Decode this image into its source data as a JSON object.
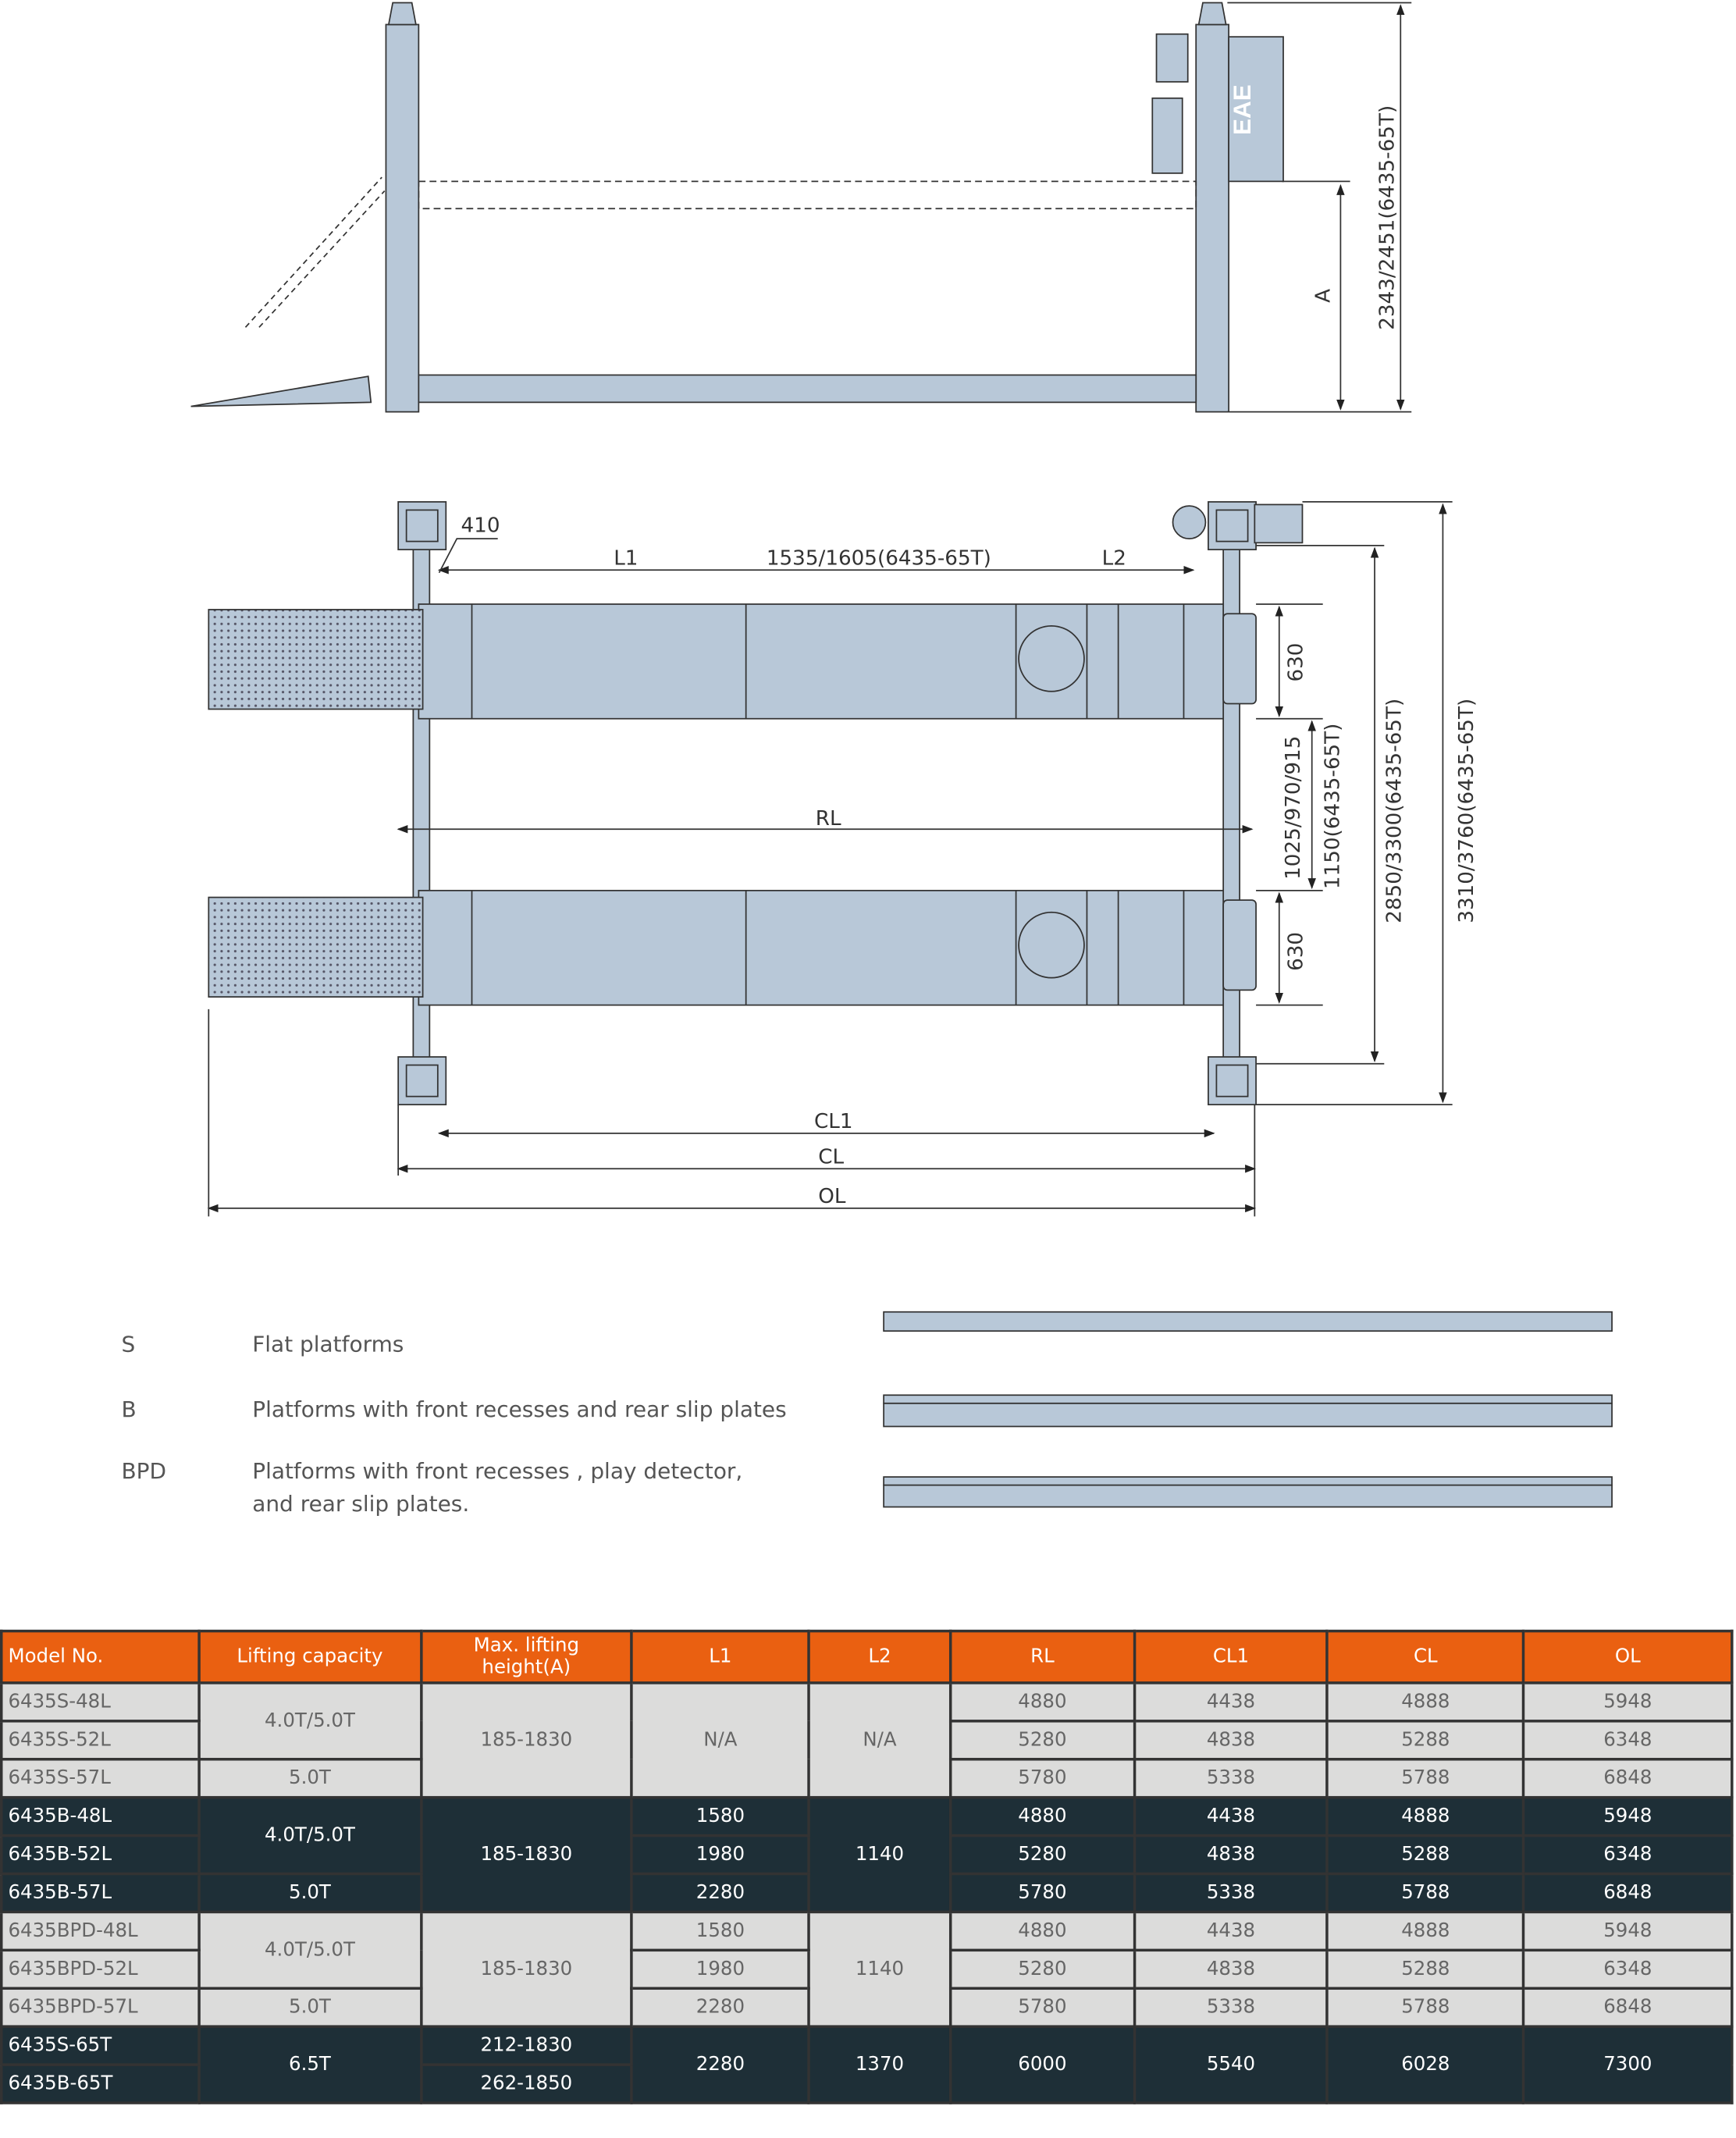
{
  "brand_logo": "EAE",
  "colors": {
    "steel": "#b8c8d8",
    "header": "#ea6011",
    "dark_row": "#1e2f37",
    "light_row": "#dcdcdb"
  },
  "side_view": {
    "dim_a": "A",
    "dim_height": "2343/2451(6435-65T)"
  },
  "top_view": {
    "dim_410": "410",
    "dim_l1": "L1",
    "dim_mid": "1535/1605(6435-65T)",
    "dim_l2": "L2",
    "dim_rl": "RL",
    "dim_cl1": "CL1",
    "dim_cl": "CL",
    "dim_ol": "OL",
    "dim_630a": "630",
    "dim_630b": "630",
    "dim_gap": "1025/970/915",
    "dim_gap65": "1150(6435-65T)",
    "dim_width": "2850/3300(6435-65T)",
    "dim_total": "3310/3760(6435-65T)"
  },
  "legend": [
    {
      "code": "S",
      "desc": "Flat platforms"
    },
    {
      "code": "B",
      "desc": "Platforms with front recesses and rear slip plates"
    },
    {
      "code": "BPD",
      "desc": "Platforms with front recesses , play detector,",
      "desc2": "and rear slip plates."
    }
  ],
  "table": {
    "headers": [
      "Model No.",
      "Lifting capacity",
      "Max. lifting height(A)",
      "L1",
      "L2",
      "RL",
      "CL1",
      "CL",
      "OL"
    ],
    "groups": [
      {
        "models": [
          "6435S-48L",
          "6435S-52L",
          "6435S-57L"
        ],
        "cap": [
          "4.0T/5.0T",
          "5.0T"
        ],
        "height": "185-1830",
        "l1": "N/A",
        "l2": "N/A",
        "rl": [
          "4880",
          "5280",
          "5780"
        ],
        "cl1": [
          "4438",
          "4838",
          "5338"
        ],
        "cl": [
          "4888",
          "5288",
          "5788"
        ],
        "ol": [
          "5948",
          "6348",
          "6848"
        ]
      },
      {
        "models": [
          "6435B-48L",
          "6435B-52L",
          "6435B-57L"
        ],
        "cap": [
          "4.0T/5.0T",
          "5.0T"
        ],
        "height": "185-1830",
        "l1": [
          "1580",
          "1980",
          "2280"
        ],
        "l2": "1140",
        "rl": [
          "4880",
          "5280",
          "5780"
        ],
        "cl1": [
          "4438",
          "4838",
          "5338"
        ],
        "cl": [
          "4888",
          "5288",
          "5788"
        ],
        "ol": [
          "5948",
          "6348",
          "6848"
        ]
      },
      {
        "models": [
          "6435BPD-48L",
          "6435BPD-52L",
          "6435BPD-57L"
        ],
        "cap": [
          "4.0T/5.0T",
          "5.0T"
        ],
        "height": "185-1830",
        "l1": [
          "1580",
          "1980",
          "2280"
        ],
        "l2": "1140",
        "rl": [
          "4880",
          "5280",
          "5780"
        ],
        "cl1": [
          "4438",
          "4838",
          "5338"
        ],
        "cl": [
          "4888",
          "5288",
          "5788"
        ],
        "ol": [
          "5948",
          "6348",
          "6848"
        ]
      },
      {
        "models": [
          "6435S-65T",
          "6435B-65T"
        ],
        "cap": "6.5T",
        "height": [
          "212-1830",
          "262-1850"
        ],
        "l1": "2280",
        "l2": "1370",
        "rl": "6000",
        "cl1": "5540",
        "cl": "6028",
        "ol": "7300"
      }
    ]
  }
}
